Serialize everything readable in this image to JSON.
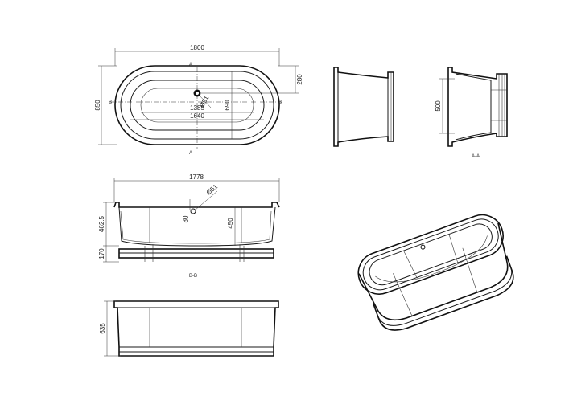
{
  "top_view": {
    "overall_length": "1800",
    "overall_width": "850",
    "inner_length_1": "1385",
    "inner_length_2": "1640",
    "inner_width": "690",
    "waste_offset": "280",
    "waste_diameter": "Ø51",
    "section_a_top": "A",
    "section_a_bottom": "A",
    "section_b_left": "B",
    "section_b_right": "B"
  },
  "end_view_section": {
    "height": "500",
    "label": "A-A"
  },
  "section_b": {
    "length": "1778",
    "waste_diameter": "Ø51",
    "waste_height": "80",
    "depth": "450",
    "rim_height": "462.5",
    "base_height": "170",
    "label": "B-B"
  },
  "side_view": {
    "height": "635"
  }
}
